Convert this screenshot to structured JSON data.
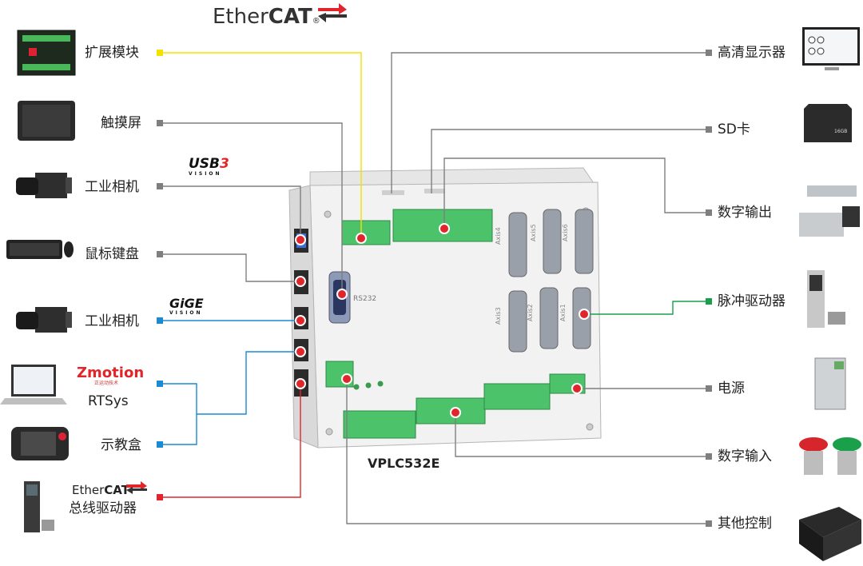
{
  "top_brand": {
    "ether": "Ether",
    "cat": "CAT",
    "reg": "®"
  },
  "controller": {
    "model": "VPLC532E",
    "rs232": "RS232"
  },
  "left_items": [
    {
      "label": "扩展模块",
      "color": "#f5e100"
    },
    {
      "label": "触摸屏",
      "color": "#7f7f7f"
    },
    {
      "label": "工业相机",
      "color": "#7f7f7f",
      "badge": {
        "main": "USB",
        "accent": "3",
        "sub": "VISION"
      }
    },
    {
      "label": "鼠标键盘",
      "color": "#7f7f7f"
    },
    {
      "label": "工业相机",
      "color": "#1a8ad4",
      "badge": {
        "main": "GiGE",
        "accent": "",
        "sub": "VISION"
      }
    },
    {
      "label": "RTSys",
      "color": "#1a8ad4",
      "badge": {
        "main": "Zmotion",
        "accent": "",
        "sub": "正运动技术"
      }
    },
    {
      "label": "示教盒",
      "color": "#1a8ad4"
    },
    {
      "label": "总线驱动器",
      "color": "#e0262b",
      "badge": {
        "main": "Ether",
        "accent": "CAT",
        "sub": ""
      }
    }
  ],
  "right_items": [
    {
      "label": "高清显示器",
      "color": "#7f7f7f"
    },
    {
      "label": "SD卡",
      "color": "#7f7f7f"
    },
    {
      "label": "数字输出",
      "color": "#7f7f7f"
    },
    {
      "label": "脉冲驱动器",
      "color": "#1aa04a"
    },
    {
      "label": "电源",
      "color": "#7f7f7f"
    },
    {
      "label": "数字输入",
      "color": "#7f7f7f"
    },
    {
      "label": "其他控制",
      "color": "#7f7f7f"
    }
  ],
  "sd_card": {
    "text": "16GB"
  },
  "axis_labels": [
    "Axis4",
    "Axis5",
    "Axis6",
    "Axis3",
    "Axis2",
    "Axis1"
  ],
  "colors": {
    "grey": "#7f7f7f",
    "yellow": "#f5e100",
    "blue": "#1a8ad4",
    "red": "#e0262b",
    "green": "#1aa04a",
    "terminal": "#4cc26a",
    "port_dot": "#e0262b"
  }
}
